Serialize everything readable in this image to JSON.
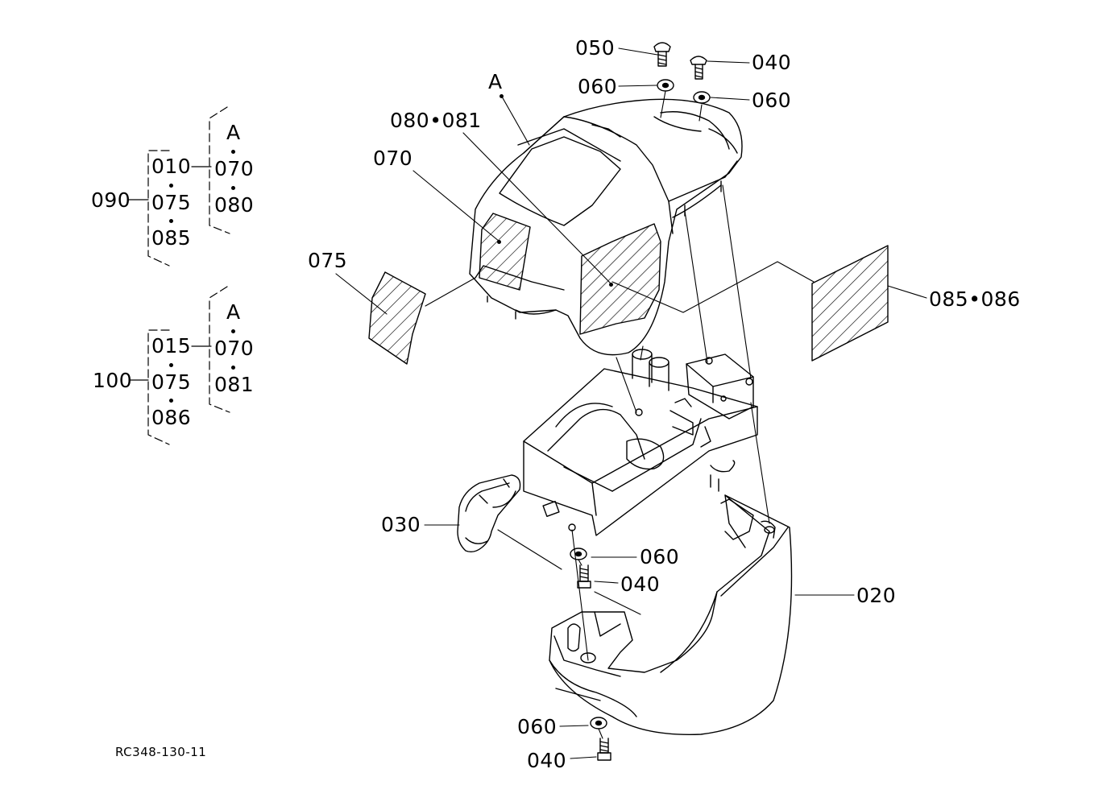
{
  "drawing_id": "RC348-130-11",
  "marker": "A",
  "callouts": {
    "c050": "050",
    "c040_top": "040",
    "c060_top_left": "060",
    "c060_top_right": "060",
    "c080_081": "080•081",
    "c070": "070",
    "c075": "075",
    "c085_086": "085•086",
    "c030": "030",
    "c060_mid": "060",
    "c040_mid": "040",
    "c020": "020",
    "c060_bottom": "060",
    "c040_bottom": "040"
  },
  "assemblies": [
    {
      "parent": "090",
      "parts": [
        "010",
        "075",
        "085"
      ],
      "sub": [
        "A",
        "070",
        "080"
      ]
    },
    {
      "parent": "100",
      "parts": [
        "015",
        "075",
        "086"
      ],
      "sub": [
        "A",
        "070",
        "081"
      ]
    }
  ]
}
